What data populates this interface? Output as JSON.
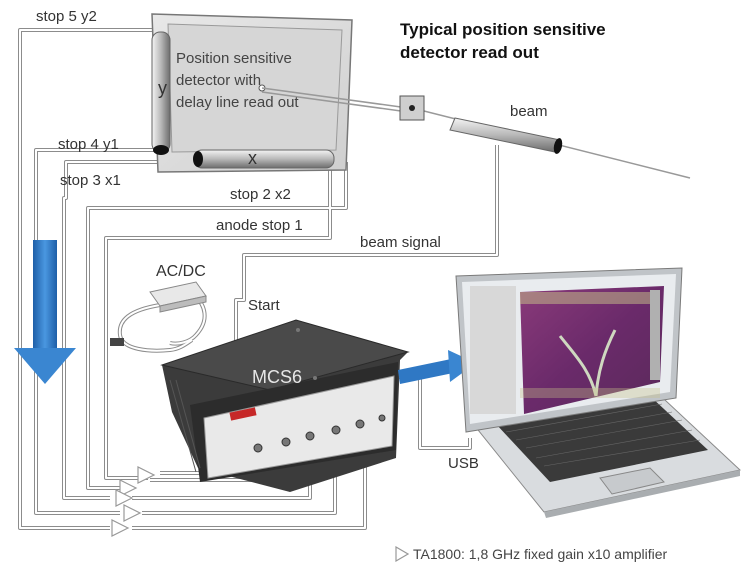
{
  "title_line1": "Typical position sensitive",
  "title_line2": "detector read out",
  "detector": {
    "line1": "Position sensitive",
    "line2": "detector with",
    "line3": "delay line read out",
    "axis_y": "y",
    "axis_x": "x"
  },
  "signals": {
    "stop5": "stop 5   y2",
    "stop4": "stop 4   y1",
    "stop3": "stop 3   x1",
    "stop2": "stop 2   x2",
    "anode": "anode   stop 1",
    "beam_signal": "beam signal",
    "beam": "beam"
  },
  "device": {
    "acdc": "AC/DC",
    "start": "Start",
    "name": "MCS6",
    "usb": "USB"
  },
  "legend": {
    "text": "TA1800: 1,8 GHz fixed gain x10 amplifier"
  },
  "colors": {
    "arrow_blue": "#3a86d1",
    "cable": "#9a9a9a",
    "device_body": "#3a3a3a",
    "screen_plot": "#7a2a6a"
  }
}
